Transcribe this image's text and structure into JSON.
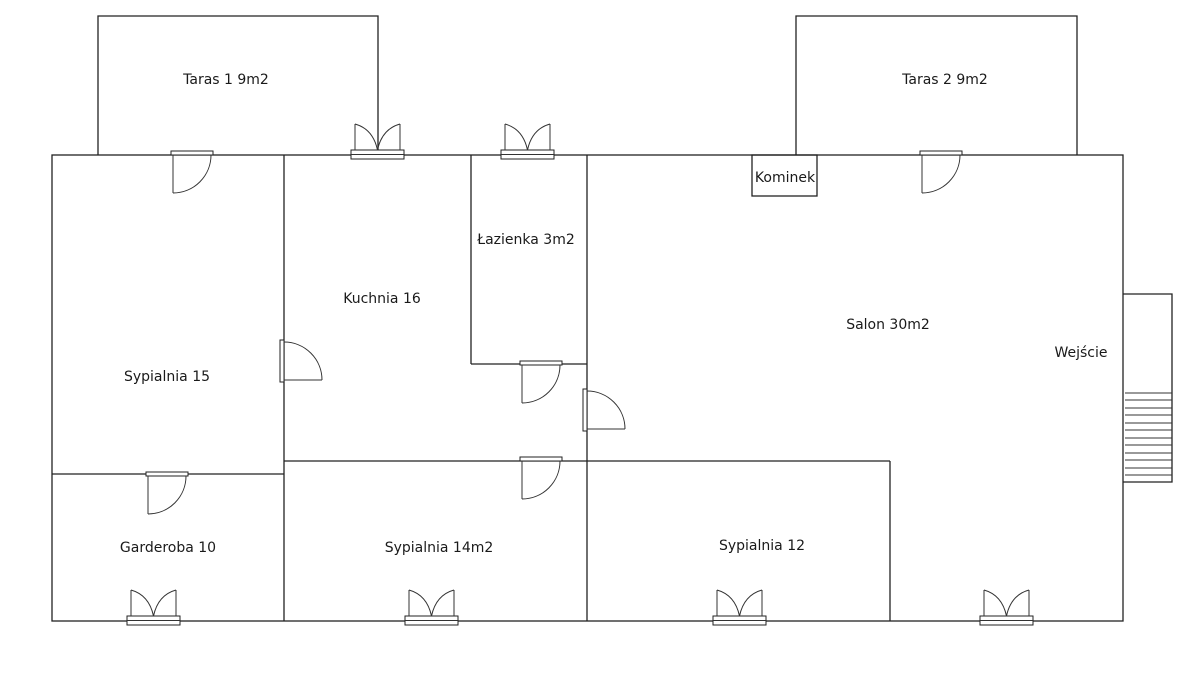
{
  "rooms": {
    "taras1": "Taras 1 9m2",
    "taras2": "Taras 2 9m2",
    "kominek": "Kominek",
    "lazienka": "Łazienka 3m2",
    "kuchnia": "Kuchnia 16",
    "salon": "Salon 30m2",
    "wejscie": "Wejście",
    "sypialnia15": "Sypialnia 15",
    "garderoba": "Garderoba 10",
    "sypialnia14": "Sypialnia 14m2",
    "sypialnia12": "Sypialnia 12"
  },
  "colors": {
    "line": "#222222",
    "background": "#ffffff",
    "text": "#1a1a1a"
  },
  "icons": {
    "window": "double-casement-window-icon",
    "door": "swing-door-icon",
    "stairs": "stairs-icon"
  }
}
